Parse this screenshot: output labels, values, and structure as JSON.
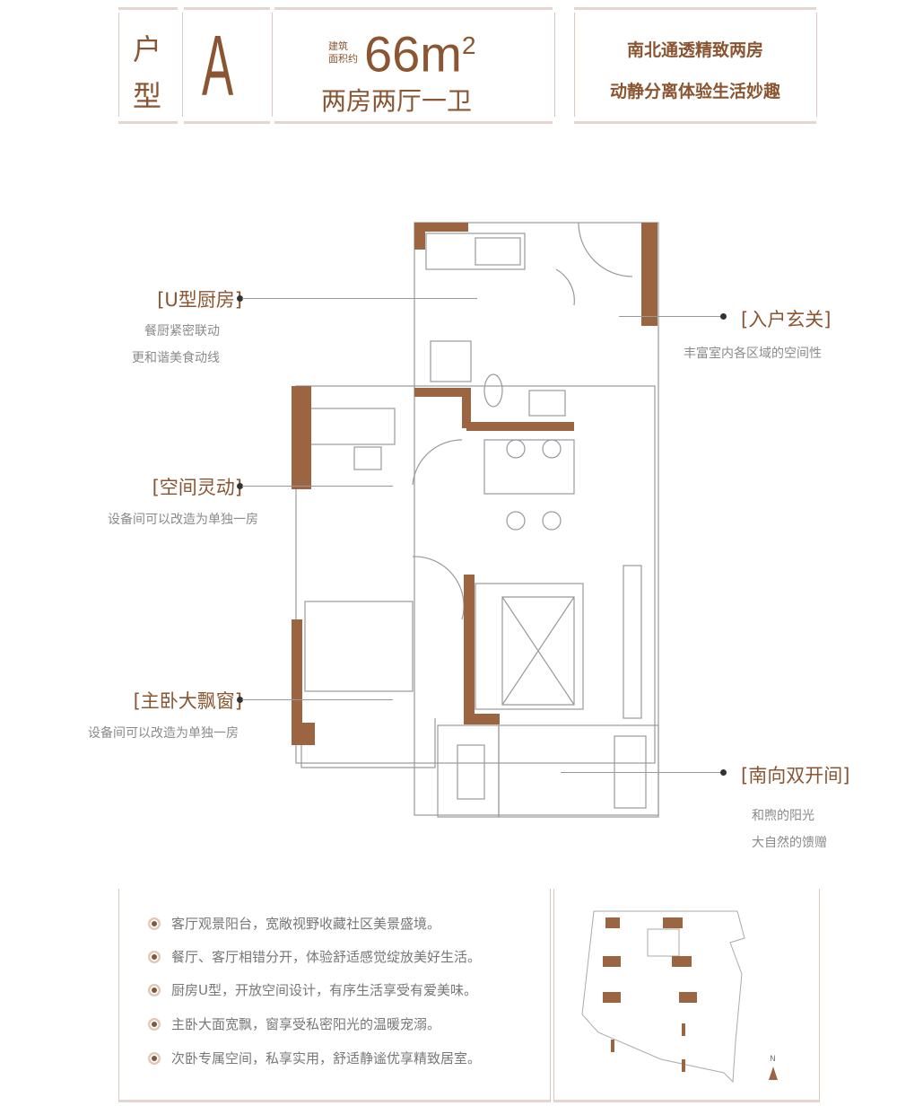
{
  "header": {
    "type_label": "户型",
    "type_letter": "A",
    "area_label_line1": "建筑",
    "area_label_line2": "面积约",
    "area_value": "66m",
    "area_sup": "2",
    "layout": "两房两厅一卫",
    "slogan_line1": "南北通透精致两房",
    "slogan_line2": "动静分离体验生活妙趣"
  },
  "callouts": [
    {
      "title": "[U型厨房]",
      "lines": [
        "餐厨紧密联动",
        "更和谐美食动线"
      ]
    },
    {
      "title": "[空间灵动]",
      "lines": [
        "设备间可以改造为单独一房"
      ]
    },
    {
      "title": "[主卧大飘窗]",
      "lines": [
        "设备间可以改造为单独一房"
      ]
    },
    {
      "title": "[入户玄关]",
      "lines": [
        "丰富室内各区域的空间性"
      ]
    },
    {
      "title": "[南向双开间]",
      "lines": [
        "和煦的阳光",
        "大自然的馈赠"
      ]
    }
  ],
  "features": [
    "客厅观景阳台，宽敞视野收藏社区美景盛境。",
    "餐厅、客厅相错分开，体验舒适感觉绽放美好生活。",
    "厨房U型，开放空间设计，有序生活享受有爱美味。",
    "主卧大面宽飘，窗享受私密阳光的温暖宠溺。",
    "次卧专属空间，私享实用，舒适静谧优享精致居室。"
  ],
  "site_map": {
    "north_label": "N"
  },
  "colors": {
    "accent": "#8a5530",
    "wall": "#9a6540",
    "frame": "#e4d6cf"
  }
}
